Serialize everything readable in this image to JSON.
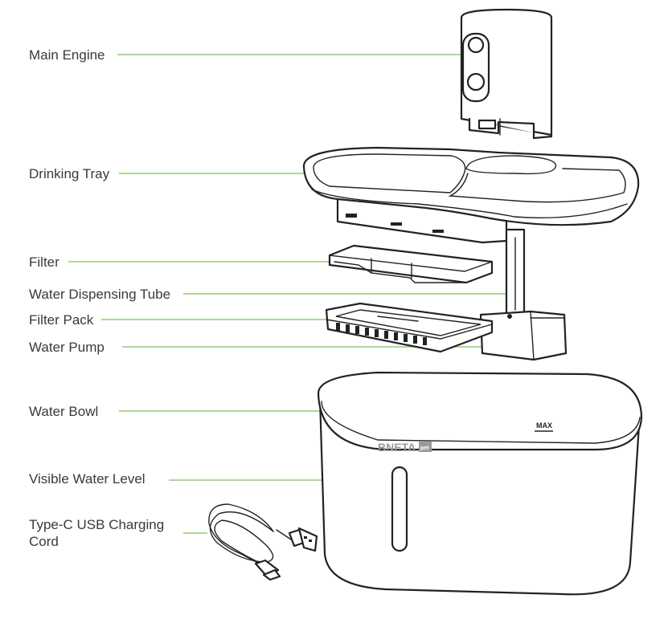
{
  "labels": {
    "main_engine": "Main Engine",
    "drinking_tray": "Drinking Tray",
    "filter": "Filter",
    "water_dispensing_tube": "Water Dispensing Tube",
    "filter_pack": "Filter Pack",
    "water_pump": "Water Pump",
    "water_bowl": "Water Bowl",
    "visible_water_level": "Visible Water Level",
    "usb_cord": "Type-C USB Charging Cord"
  },
  "markings": {
    "max": "MAX",
    "brand": "BNETA",
    "brand_badge": "pet"
  },
  "colors": {
    "leader_line": "#7cc35a",
    "ink": "#222222",
    "label_text": "#3a3a3a"
  }
}
